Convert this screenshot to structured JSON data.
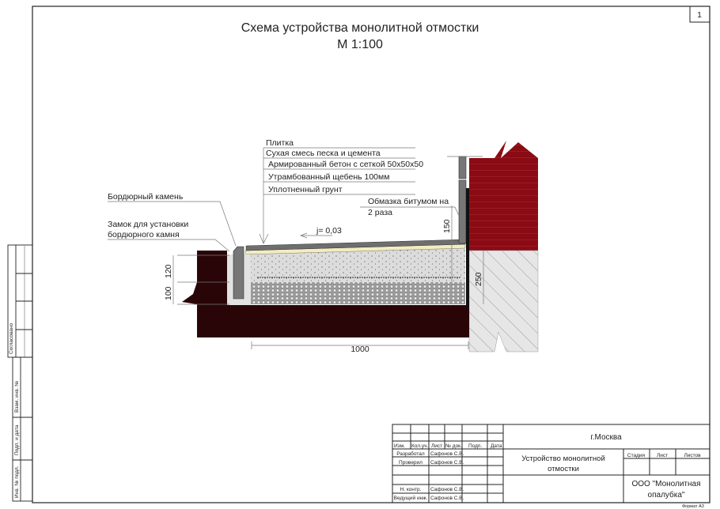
{
  "sheet_number": "1",
  "title": "Схема устройства монолитной отмостки",
  "scale": "М 1:100",
  "layers": [
    "Плитка",
    "Сухая смесь песка и цемента",
    "Армированный бетон с сеткой 50х50х50",
    "Утрамбованный щебень 100мм",
    "Уплотненный грунт"
  ],
  "labels": {
    "curb": "Бордюрный камень",
    "lock_1": "Замок для установки",
    "lock_2": "бордюрного камня",
    "bitumen_1": "Обмазка битумом на",
    "bitumen_2": "2 раза",
    "slope": "j= 0,03"
  },
  "dimensions": {
    "d120": "120",
    "d100": "100",
    "d150": "150",
    "d250": "250",
    "d1000": "1000"
  },
  "side_stamp": [
    "Согласовано",
    "Взам. инв. №",
    "Подп. и дата",
    "Инв. № подл."
  ],
  "title_block": {
    "headers": [
      "Изм.",
      "Кол.уч.",
      "Лист",
      "№ док.",
      "Подп.",
      "Дата"
    ],
    "rows": [
      {
        "role": "Разработал",
        "name": "Сафонов С.В."
      },
      {
        "role": "Проверил",
        "name": "Сафонов С.В."
      },
      {
        "role": "Н. контр.",
        "name": "Сафонов С.В."
      },
      {
        "role": "Ведущий инж.",
        "name": "Сафонов С.В."
      }
    ],
    "city": "г.Москва",
    "work_1": "Устройство монолитной",
    "work_2": "отмостки",
    "stage_headers": [
      "Стадия",
      "Лист",
      "Листов"
    ],
    "company_1": "ООО \"Монолитная",
    "company_2": "опалубка\"",
    "format": "Формат А3"
  },
  "colors": {
    "brick": "#8b0b14",
    "soil": "#2a0508",
    "tile": "#6e6e6e",
    "sand": "#f3ecc0"
  }
}
